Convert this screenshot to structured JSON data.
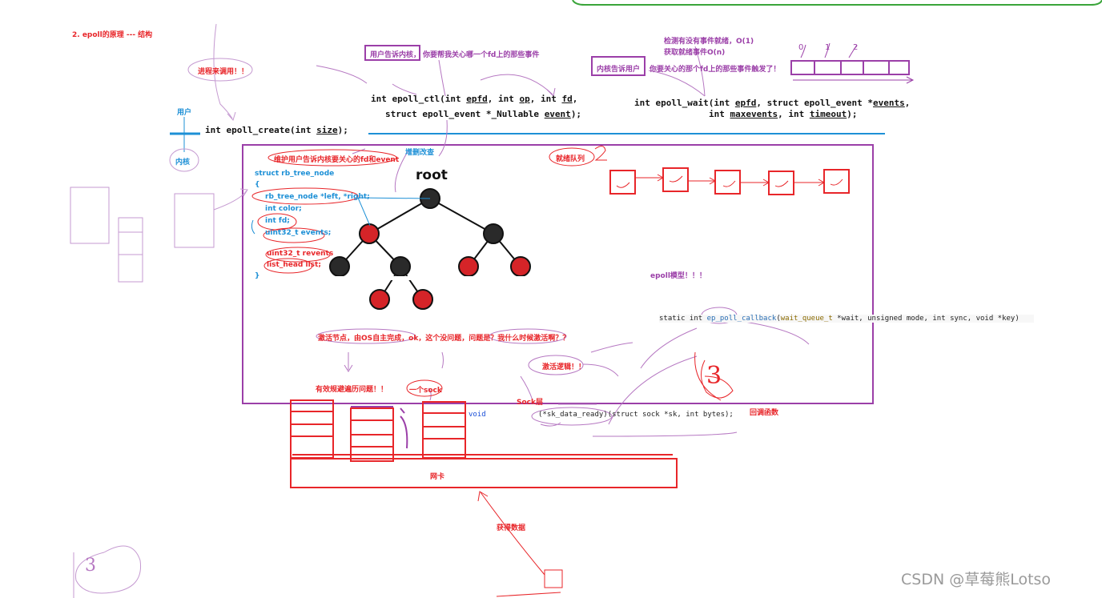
{
  "title": "2. epoll的原理 --- 结构",
  "labels": {
    "process_call": "进程来调用！！",
    "user": "用户",
    "kernel": "内核",
    "user_tells_kernel_box": "用户告诉内核，",
    "user_tells_kernel_rest": "你要帮我关心哪一个fd上的那些事件",
    "kernel_tells_user_box": "内核告诉用户",
    "kernel_tells_user_rest": "你要关心的那个fd上的那些事件触发了！",
    "check_events": "检测有没有事件就绪，O(1)",
    "get_ready": "获取就绪事件O(n)",
    "crud": "增删改查",
    "maintain": "维护用户告诉内核要关心的fd和event",
    "root": "root",
    "ready_queue": "就绪队列",
    "epoll_model": "epoll模型！！！",
    "activate_node": "激活节点，由OS自主完成，ok，这个没问题，问题是？我什么时候激活啊？？",
    "activate_logic": "激活逻辑！！",
    "avoid_traverse": "有效规避遍历问题！！",
    "one_sock": "一个sock",
    "sock_layer": "Sock层",
    "callback": "回调函数",
    "nic": "网卡",
    "get_data": "获得数据",
    "watermark": "CSDN @草莓熊Lotso",
    "hand_nums": {
      "a": "0",
      "b": "1",
      "c": "2",
      "d": "3"
    }
  },
  "code": {
    "epoll_create": {
      "pre": "int epoll_create(int ",
      "arg": "size",
      "post": ");"
    },
    "epoll_ctl_l1": {
      "p1": "int epoll_ctl(int ",
      "a1": "epfd",
      "p2": ", int ",
      "a2": "op",
      "p3": ", int ",
      "a3": "fd",
      "p4": ","
    },
    "epoll_ctl_l2": {
      "p1": "struct epoll_event *_Nullable ",
      "a1": "event",
      "p2": ");"
    },
    "epoll_wait_l1": {
      "p1": "int epoll_wait(int ",
      "a1": "epfd",
      "p2": ", struct epoll_event *",
      "a2": "events",
      "p3": ","
    },
    "epoll_wait_l2": {
      "p1": "int ",
      "a1": "maxevents",
      "p2": ", int ",
      "a2": "timeout",
      "p3": ");"
    },
    "struct": [
      "struct rb_tree_node",
      "{",
      "rb_tree_node *left, *right;",
      "int color;",
      "int fd;",
      "uint32_t events;",
      "uint32_t revents",
      "list_head list;",
      "}"
    ],
    "callback_sig": {
      "p1": "static int ",
      "a1": "ep_poll_callback",
      "p2": "(",
      "a2": "wait_queue_t",
      "p3": " *wait, unsigned mode, int sync, void *key)"
    },
    "void": "void",
    "sk_data_ready": {
      "p1": "(*sk_data_ready)",
      "p2": "(struct sock *sk, int bytes);"
    }
  }
}
